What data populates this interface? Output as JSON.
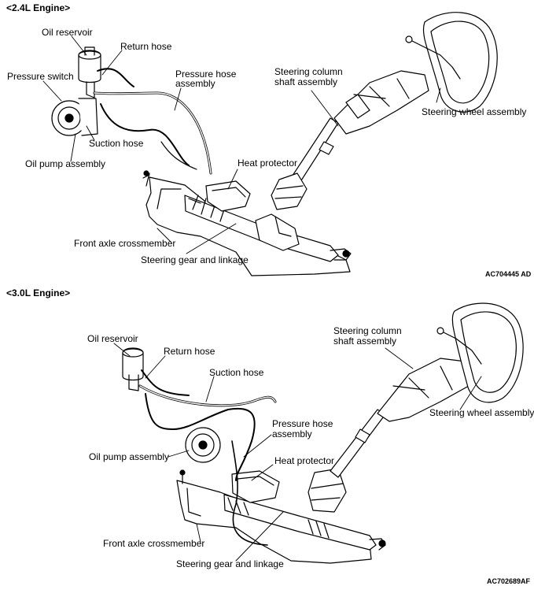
{
  "section1": {
    "header": "<2.4L Engine>",
    "code": "AC704445 AD",
    "labels": {
      "oil_reservoir": "Oil reservoir",
      "return_hose": "Return hose",
      "pressure_switch": "Pressure switch",
      "pressure_hose_1": "Pressure hose",
      "pressure_hose_2": "assembly",
      "steering_column_1": "Steering column",
      "steering_column_2": "shaft assembly",
      "steering_wheel": "Steering wheel assembly",
      "suction_hose": "Suction hose",
      "oil_pump": "Oil pump assembly",
      "heat_protector": "Heat protector",
      "front_axle": "Front axle crossmember",
      "steering_gear": "Steering gear and linkage"
    }
  },
  "section2": {
    "header": "<3.0L Engine>",
    "code": "AC702689AF",
    "labels": {
      "oil_reservoir": "Oil reservoir",
      "return_hose": "Return hose",
      "suction_hose": "Suction hose",
      "steering_column_1": "Steering column",
      "steering_column_2": "shaft assembly",
      "pressure_hose_1": "Pressure hose",
      "pressure_hose_2": "assembly",
      "steering_wheel": "Steering wheel assembly",
      "oil_pump": "Oil pump assembly",
      "heat_protector": "Heat protector",
      "front_axle": "Front axle crossmember",
      "steering_gear": "Steering gear and linkage"
    }
  }
}
